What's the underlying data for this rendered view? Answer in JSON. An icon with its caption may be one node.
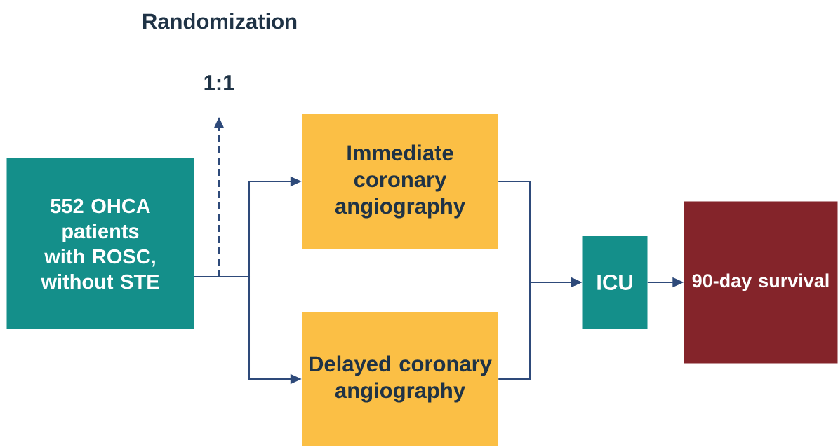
{
  "diagram": {
    "nodes": [
      {
        "text": [
          "552 OHCA patients with ROSC, without STE"
        ]
      },
      {
        "text": [
          "Immediate coronary angiography"
        ]
      },
      {
        "text": [
          "Delayed coronary angiography"
        ]
      },
      {
        "text": [
          "ICU"
        ]
      },
      {
        "text": [
          "90-day survival"
        ]
      },
      {
        "text": [
          "1:1"
        ]
      }
    ],
    "edges": [
      {
        "from": 0,
        "to": 1,
        "arrow": "to"
      },
      {
        "from": 0,
        "to": 2,
        "arrow": "to"
      },
      {
        "from": 1,
        "to": 3,
        "arrow": "to"
      },
      {
        "from": 2,
        "to": 3,
        "arrow": "to"
      },
      {
        "from": 3,
        "to": 4,
        "arrow": "to"
      },
      {
        "from": null,
        "to": 5,
        "arrow": "to",
        "style": "dashed"
      }
    ],
    "labels": [
      "Randomization"
    ]
  }
}
